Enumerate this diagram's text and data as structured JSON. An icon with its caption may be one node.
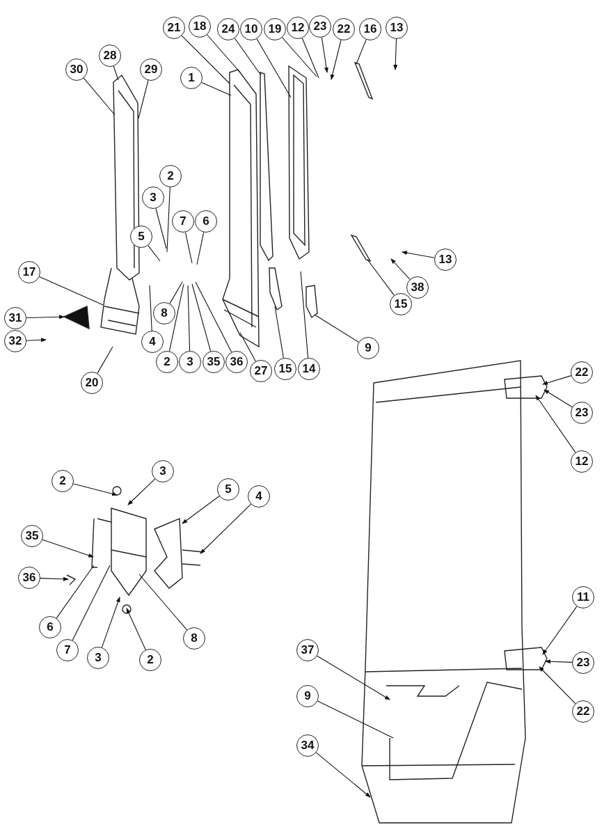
{
  "diagram": {
    "nodes": [
      {
        "text": [
          "30"
        ]
      },
      {
        "text": [
          "28"
        ]
      },
      {
        "text": [
          "29"
        ]
      },
      {
        "text": [
          "21"
        ]
      },
      {
        "text": [
          "18"
        ]
      },
      {
        "text": [
          "24"
        ]
      },
      {
        "text": [
          "10"
        ]
      },
      {
        "text": [
          "19"
        ]
      },
      {
        "text": [
          "12"
        ]
      },
      {
        "text": [
          "23"
        ]
      },
      {
        "text": [
          "22"
        ]
      },
      {
        "text": [
          "16"
        ]
      },
      {
        "text": [
          "13"
        ]
      },
      {
        "text": [
          "1"
        ]
      },
      {
        "text": [
          "2"
        ]
      },
      {
        "text": [
          "3"
        ]
      },
      {
        "text": [
          "5"
        ]
      },
      {
        "text": [
          "7"
        ]
      },
      {
        "text": [
          "6"
        ]
      },
      {
        "text": [
          "17"
        ]
      },
      {
        "text": [
          "31"
        ]
      },
      {
        "text": [
          "32"
        ]
      },
      {
        "text": [
          "20"
        ]
      },
      {
        "text": [
          "4"
        ]
      },
      {
        "text": [
          "8"
        ]
      },
      {
        "text": [
          "2"
        ]
      },
      {
        "text": [
          "3"
        ]
      },
      {
        "text": [
          "35"
        ]
      },
      {
        "text": [
          "36"
        ]
      },
      {
        "text": [
          "27"
        ]
      },
      {
        "text": [
          "15"
        ]
      },
      {
        "text": [
          "14"
        ]
      },
      {
        "text": [
          "9"
        ]
      },
      {
        "text": [
          "15"
        ]
      },
      {
        "text": [
          "38"
        ]
      },
      {
        "text": [
          "13"
        ]
      },
      {
        "text": [
          "2"
        ]
      },
      {
        "text": [
          "3"
        ]
      },
      {
        "text": [
          "5"
        ]
      },
      {
        "text": [
          "4"
        ]
      },
      {
        "text": [
          "35"
        ]
      },
      {
        "text": [
          "36"
        ]
      },
      {
        "text": [
          "6"
        ]
      },
      {
        "text": [
          "7"
        ]
      },
      {
        "text": [
          "3"
        ]
      },
      {
        "text": [
          "2"
        ]
      },
      {
        "text": [
          "8"
        ]
      },
      {
        "text": [
          "22"
        ]
      },
      {
        "text": [
          "23"
        ]
      },
      {
        "text": [
          "12"
        ]
      },
      {
        "text": [
          "11"
        ]
      },
      {
        "text": [
          "23"
        ]
      },
      {
        "text": [
          "22"
        ]
      },
      {
        "text": [
          "37"
        ]
      },
      {
        "text": [
          "9"
        ]
      },
      {
        "text": [
          "34"
        ]
      },
      {
        "text": [],
        "shape": "picture"
      },
      {
        "text": [],
        "shape": "picture"
      },
      {
        "text": [],
        "shape": "picture"
      },
      {
        "text": [],
        "shape": "picture"
      },
      {
        "text": [],
        "shape": "picture"
      },
      {
        "text": [],
        "shape": "picture"
      },
      {
        "text": [],
        "shape": "picture"
      },
      {
        "text": [],
        "shape": "picture"
      },
      {
        "text": [],
        "shape": "picture"
      },
      {
        "text": [],
        "shape": "picture"
      },
      {
        "text": [],
        "shape": "picture"
      }
    ],
    "edges": [
      {
        "from": 0,
        "to": 56,
        "arrow": "none"
      },
      {
        "from": 1,
        "to": 56,
        "arrow": "none"
      },
      {
        "from": 2,
        "to": 56,
        "arrow": "none"
      },
      {
        "from": 3,
        "to": 58,
        "arrow": "none"
      },
      {
        "from": 4,
        "to": 58,
        "arrow": "none"
      },
      {
        "from": 5,
        "to": 59,
        "arrow": "none"
      },
      {
        "from": 6,
        "to": 60,
        "arrow": "none"
      },
      {
        "from": 7,
        "to": null,
        "arrow": "none"
      },
      {
        "from": 8,
        "to": null,
        "arrow": "none"
      },
      {
        "from": 9,
        "to": null,
        "arrow": "to"
      },
      {
        "from": 10,
        "to": null,
        "arrow": "to"
      },
      {
        "from": 11,
        "to": 61,
        "arrow": "none"
      },
      {
        "from": 12,
        "to": null,
        "arrow": "to"
      },
      {
        "from": 13,
        "to": 58,
        "arrow": "none"
      },
      {
        "from": 14,
        "to": null,
        "arrow": "none"
      },
      {
        "from": 15,
        "to": null,
        "arrow": "none"
      },
      {
        "from": 16,
        "to": null,
        "arrow": "none"
      },
      {
        "from": 17,
        "to": null,
        "arrow": "none"
      },
      {
        "from": 18,
        "to": null,
        "arrow": "none"
      },
      {
        "from": 19,
        "to": 56,
        "arrow": "none"
      },
      {
        "from": 20,
        "to": 57,
        "arrow": "to"
      },
      {
        "from": 21,
        "to": null,
        "arrow": "to"
      },
      {
        "from": 22,
        "to": null,
        "arrow": "none"
      },
      {
        "from": 23,
        "to": null,
        "arrow": "none"
      },
      {
        "from": 24,
        "to": null,
        "arrow": "none"
      },
      {
        "from": 25,
        "to": null,
        "arrow": "none"
      },
      {
        "from": 26,
        "to": null,
        "arrow": "none"
      },
      {
        "from": 27,
        "to": null,
        "arrow": "none"
      },
      {
        "from": 28,
        "to": null,
        "arrow": "none"
      },
      {
        "from": 29,
        "to": 58,
        "arrow": "none"
      },
      {
        "from": 30,
        "to": 63,
        "arrow": "none"
      },
      {
        "from": 31,
        "to": null,
        "arrow": "none"
      },
      {
        "from": 32,
        "to": 64,
        "arrow": "none"
      },
      {
        "from": 33,
        "to": 62,
        "arrow": "none"
      },
      {
        "from": 34,
        "to": null,
        "arrow": "to"
      },
      {
        "from": 35,
        "to": null,
        "arrow": "to"
      },
      {
        "from": 36,
        "to": 65,
        "arrow": "to"
      },
      {
        "from": 37,
        "to": 65,
        "arrow": "to"
      },
      {
        "from": 38,
        "to": 65,
        "arrow": "to"
      },
      {
        "from": 39,
        "to": 65,
        "arrow": "to"
      },
      {
        "from": 40,
        "to": 65,
        "arrow": "to"
      },
      {
        "from": 41,
        "to": 65,
        "arrow": "to"
      },
      {
        "from": 42,
        "to": 65,
        "arrow": "none"
      },
      {
        "from": 43,
        "to": 65,
        "arrow": "none"
      },
      {
        "from": 44,
        "to": 65,
        "arrow": "to"
      },
      {
        "from": 45,
        "to": 65,
        "arrow": "to"
      },
      {
        "from": 46,
        "to": 65,
        "arrow": "none"
      },
      {
        "from": 47,
        "to": 66,
        "arrow": "to"
      },
      {
        "from": 48,
        "to": 66,
        "arrow": "to"
      },
      {
        "from": 49,
        "to": 66,
        "arrow": "to"
      },
      {
        "from": 50,
        "to": 66,
        "arrow": "to"
      },
      {
        "from": 51,
        "to": 66,
        "arrow": "to"
      },
      {
        "from": 52,
        "to": 66,
        "arrow": "to"
      },
      {
        "from": 53,
        "to": 66,
        "arrow": "to"
      },
      {
        "from": 54,
        "to": 66,
        "arrow": "none"
      },
      {
        "from": 55,
        "to": 66,
        "arrow": "to"
      }
    ]
  }
}
